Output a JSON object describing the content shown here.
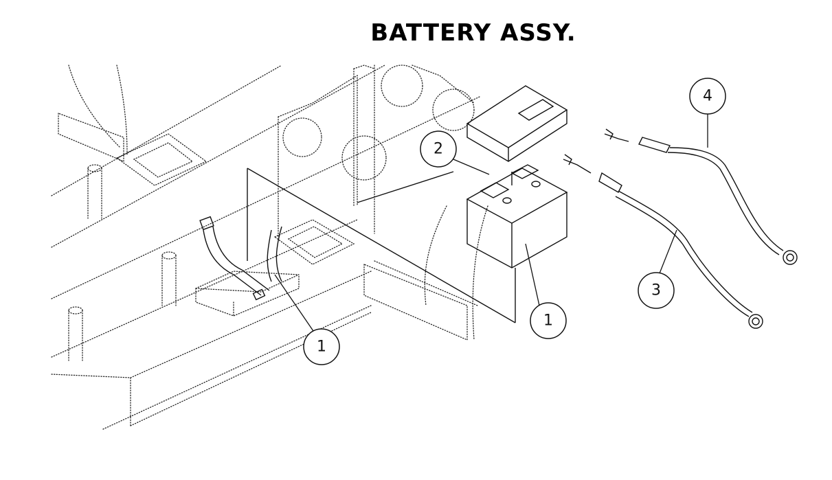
{
  "title": "BATTERY ASSY.",
  "callouts": [
    {
      "label": "1"
    },
    {
      "label": "1"
    },
    {
      "label": "2"
    },
    {
      "label": "3"
    },
    {
      "label": "4"
    }
  ]
}
